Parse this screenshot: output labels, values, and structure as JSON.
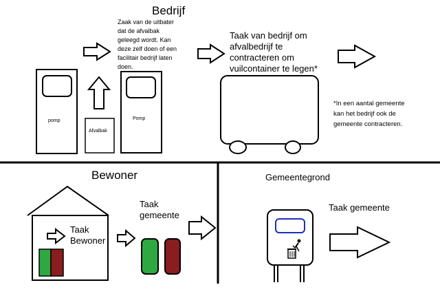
{
  "top": {
    "title": "Bedrijf",
    "operator_note": "Zaak van de uitbater\ndat de afvalbak\ngeleegd wordt. Kan\ndeze zelf doen of een\nfacilitair bedrijf laten\ndoen.",
    "pump_left_label": "pomp",
    "bin_label": "Afvalbak",
    "pump_right_label": "Pomp",
    "company_task": "Taak van bedrijf om\nafvalbedrijf te\ncontracteren om\nvuilcontainer te legen*",
    "footnote": "*In een aantal gemeente\nkan het bedrijf ook de\ngemeente contracteren."
  },
  "bottom_left": {
    "title": "Bewoner",
    "resident_task": "Taak\nBewoner",
    "municipality_task": "Taak\ngemeente"
  },
  "bottom_right": {
    "title": "Gemeentegrond",
    "municipality_task": "Taak gemeente"
  },
  "colors": {
    "green": "#2fa842",
    "red": "#8a1d1f",
    "blue_lid": "#1f2fb8",
    "stroke": "#000000"
  },
  "icons": [
    "arrow-right-icon",
    "arrow-up-icon",
    "trash-person-icon"
  ]
}
